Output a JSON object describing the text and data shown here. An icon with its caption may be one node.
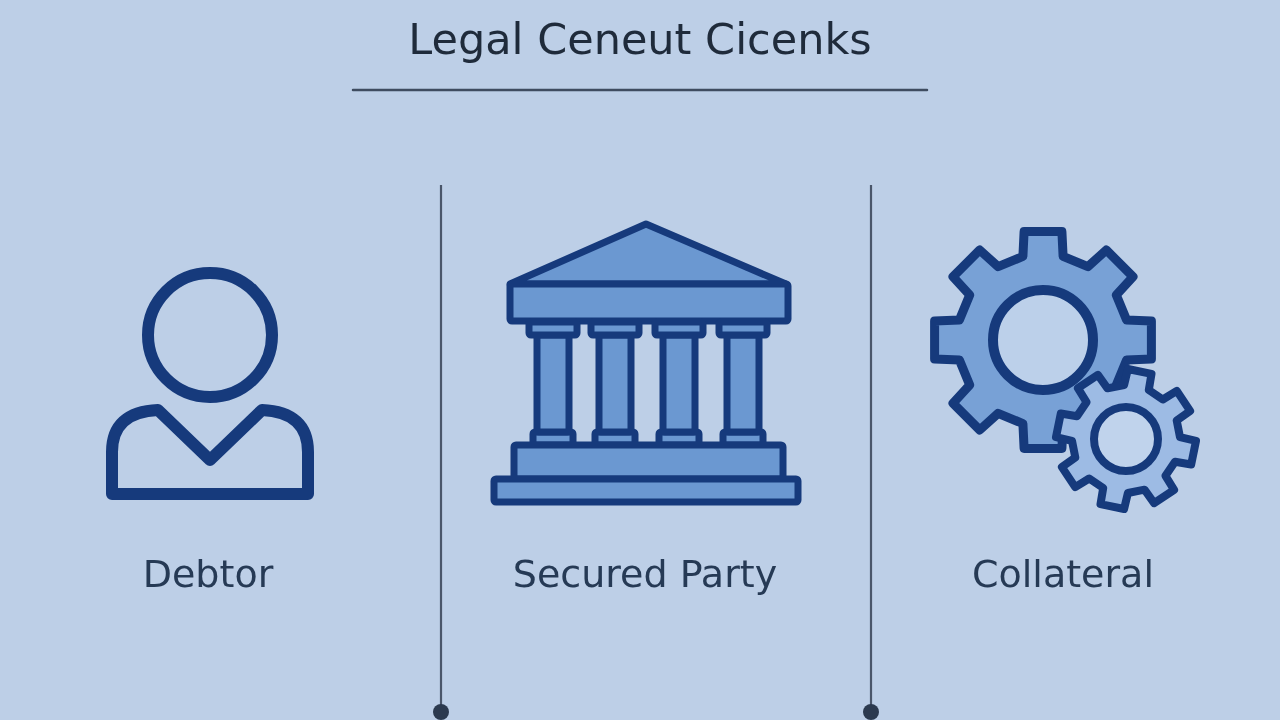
{
  "diagram": {
    "title": "Legal Ceneut Cicenks",
    "labels": [
      "Debtor",
      "Secured Party",
      "Collateral"
    ]
  }
}
